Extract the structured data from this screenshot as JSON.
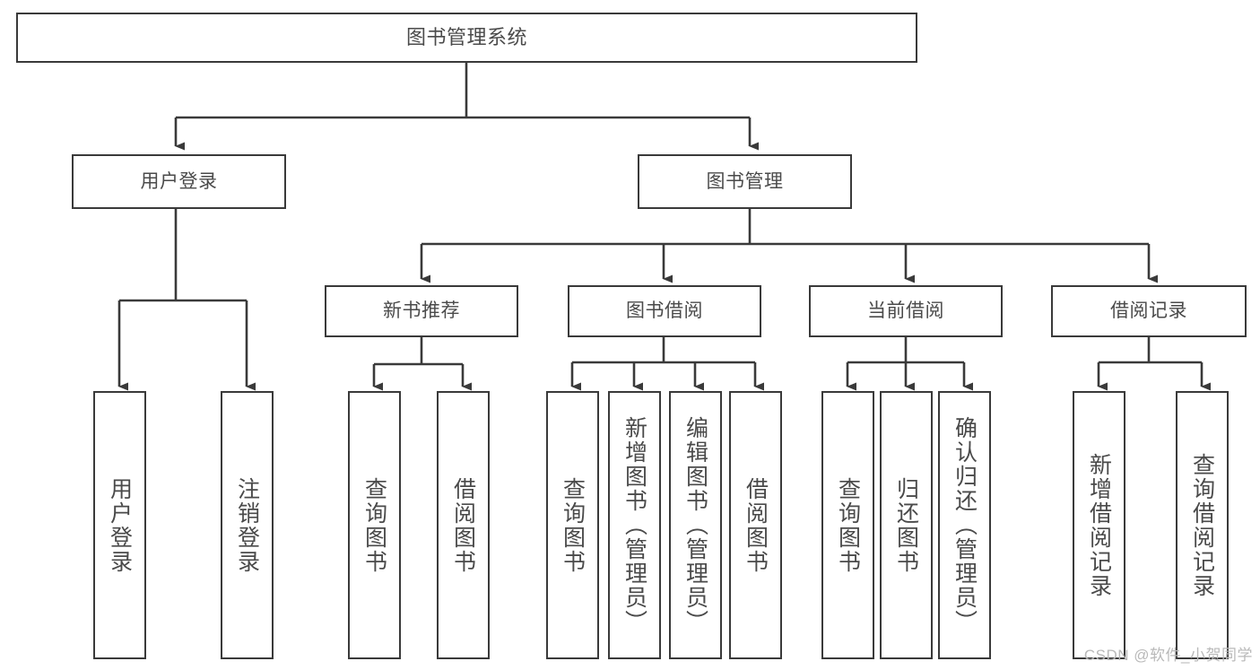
{
  "diagram": {
    "title": "图书管理系统",
    "type": "tree-hierarchy",
    "root": {
      "label": "图书管理系统"
    },
    "level2": [
      {
        "label": "用户登录"
      },
      {
        "label": "图书管理"
      }
    ],
    "level3": [
      {
        "label": "新书推荐"
      },
      {
        "label": "图书借阅"
      },
      {
        "label": "当前借阅"
      },
      {
        "label": "借阅记录"
      }
    ],
    "leaves": {
      "user_login": [
        {
          "label": "用户登录"
        },
        {
          "label": "注销登录"
        }
      ],
      "new_book_recommend": [
        {
          "label": "查询图书"
        },
        {
          "label": "借阅图书"
        }
      ],
      "book_borrow": [
        {
          "label": "查询图书"
        },
        {
          "label": "新增图书（管理员）"
        },
        {
          "label": "编辑图书（管理员）"
        },
        {
          "label": "借阅图书"
        }
      ],
      "current_borrow": [
        {
          "label": "查询图书"
        },
        {
          "label": "归还图书"
        },
        {
          "label": "确认归还（管理员）"
        }
      ],
      "borrow_record": [
        {
          "label": "新增借阅记录"
        },
        {
          "label": "查询借阅记录"
        }
      ]
    }
  },
  "watermark": {
    "text": "CSDN @软件_小贺同学"
  },
  "colors": {
    "box_border": "#3a3a3a",
    "text": "#4a4a4a",
    "line": "#3a3a3a",
    "background": "#ffffff",
    "watermark": "#b9b9b9"
  }
}
